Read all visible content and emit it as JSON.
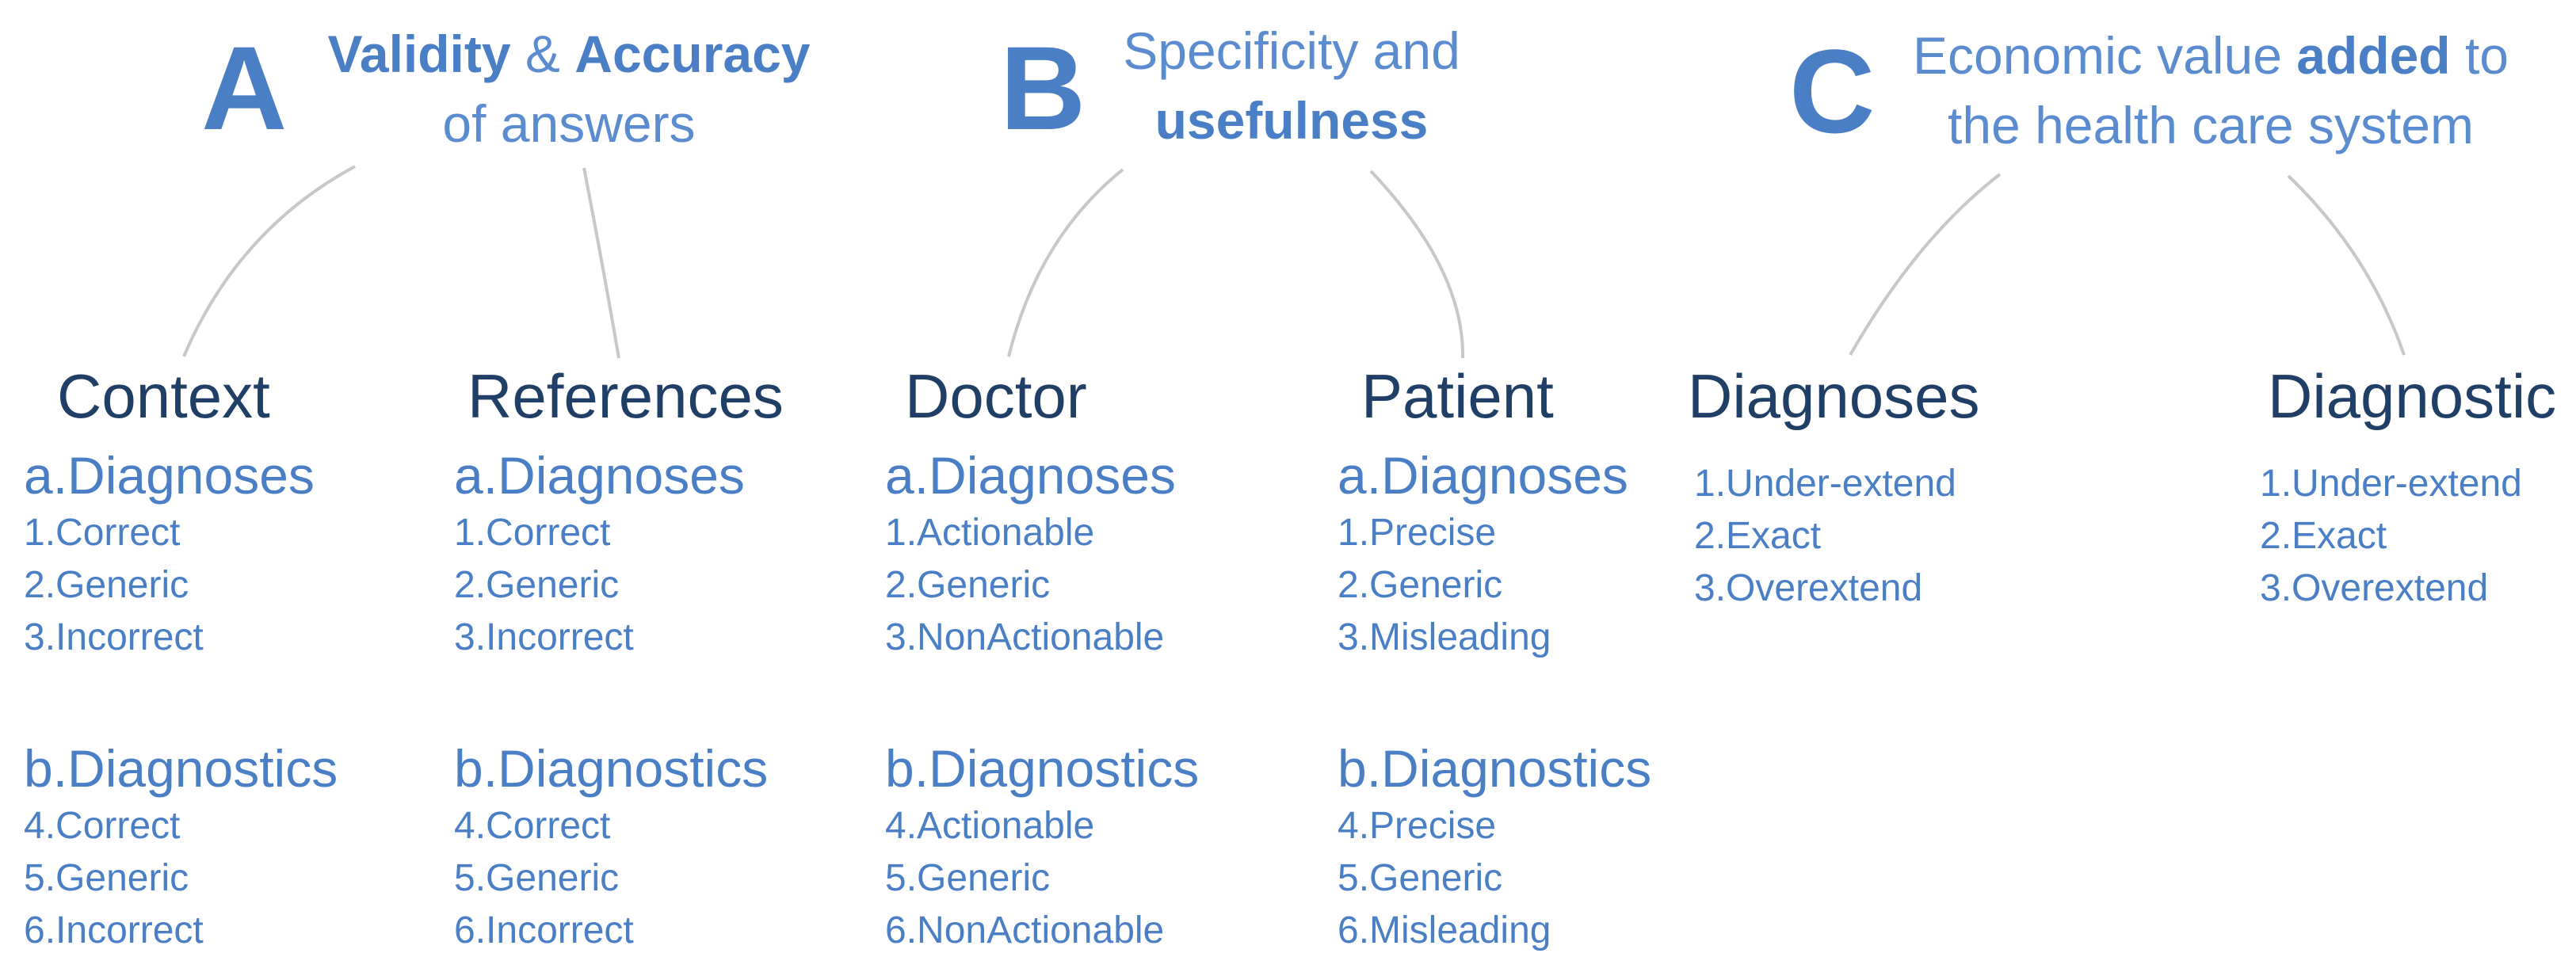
{
  "sections": {
    "A": {
      "letter": "A",
      "line1_bold1": "Validity",
      "line1_amp": " & ",
      "line1_bold2": "Accuracy",
      "line2": "of answers"
    },
    "B": {
      "letter": "B",
      "line1": "Specificity and",
      "line2_bold": "usefulness"
    },
    "C": {
      "letter": "C",
      "line1_pre": "Economic value ",
      "line1_bold": "added",
      "line1_post": " to",
      "line2": "the health care system"
    }
  },
  "columns": [
    {
      "title": "Context",
      "groups": [
        {
          "label": "a.Diagnoses",
          "items": [
            "1.Correct",
            "2.Generic",
            "3.Incorrect"
          ]
        },
        {
          "label": "b.Diagnostics",
          "items": [
            "4.Correct",
            "5.Generic",
            "6.Incorrect"
          ]
        }
      ]
    },
    {
      "title": "References",
      "groups": [
        {
          "label": "a.Diagnoses",
          "items": [
            "1.Correct",
            "2.Generic",
            "3.Incorrect"
          ]
        },
        {
          "label": "b.Diagnostics",
          "items": [
            "4.Correct",
            "5.Generic",
            "6.Incorrect"
          ]
        }
      ]
    },
    {
      "title": "Doctor",
      "groups": [
        {
          "label": "a.Diagnoses",
          "items": [
            "1.Actionable",
            "2.Generic",
            "3.NonActionable"
          ]
        },
        {
          "label": "b.Diagnostics",
          "items": [
            "4.Actionable",
            "5.Generic",
            "6.NonActionable"
          ]
        }
      ]
    },
    {
      "title": "Patient",
      "groups": [
        {
          "label": "a.Diagnoses",
          "items": [
            "1.Precise",
            "2.Generic",
            "3.Misleading"
          ]
        },
        {
          "label": "b.Diagnostics",
          "items": [
            "4.Precise",
            "5.Generic",
            "6.Misleading"
          ]
        }
      ]
    },
    {
      "title": "Diagnoses",
      "items": [
        "1.Under-extend",
        "2.Exact",
        "3.Overextend"
      ]
    },
    {
      "title": "Diagnostic",
      "items": [
        "1.Under-extend",
        "2.Exact",
        "3.Overextend"
      ]
    }
  ],
  "colors": {
    "accent": "#4a7fc6",
    "title": "#1f3f66",
    "connector": "#c8c8c8"
  }
}
